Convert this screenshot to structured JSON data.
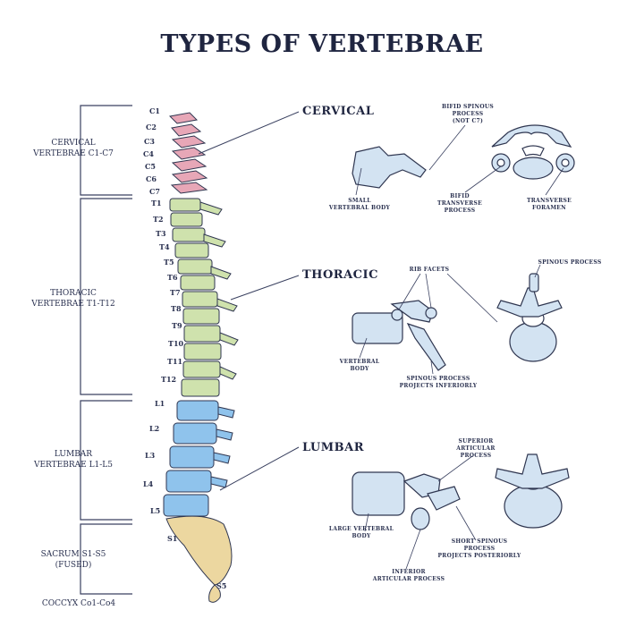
{
  "title": "TYPES OF VERTEBRAE",
  "groups": {
    "cervical": [
      "CERVICAL",
      "VERTEBRAE C1-C7"
    ],
    "thoracic": [
      "THORACIC",
      "VERTEBRAE T1-T12"
    ],
    "lumbar": [
      "LUMBAR",
      "VERTEBRAE L1-L5"
    ],
    "sacrum": [
      "SACRUM S1-S5",
      "(FUSED)"
    ],
    "coccyx": "COCCYX Co1-Co4"
  },
  "levels": {
    "cervical": [
      "C1",
      "C2",
      "C3",
      "C4",
      "C5",
      "C6",
      "C7"
    ],
    "thoracic": [
      "T1",
      "T2",
      "T3",
      "T4",
      "T5",
      "T6",
      "T7",
      "T8",
      "T9",
      "T10",
      "T11",
      "T12"
    ],
    "lumbar": [
      "L1",
      "L2",
      "L3",
      "L4",
      "L5"
    ],
    "sacral": [
      "S1",
      "S5"
    ]
  },
  "sections": {
    "cervical": {
      "heading": "CERVICAL",
      "labels": {
        "small_body": [
          "SMALL",
          "VERTEBRAL BODY"
        ],
        "bifid_spinous": [
          "BIFID SPINOUS",
          "PROCESS",
          "(NOT C7)"
        ],
        "bifid_transverse": [
          "BIFID",
          "TRANSVERSE",
          "PROCESS"
        ],
        "transverse_foramen": [
          "TRANSVERSE",
          "FORAMEN"
        ]
      }
    },
    "thoracic": {
      "heading": "THORACIC",
      "labels": {
        "rib_facets": "RIB FACETS",
        "spinous_process": "SPINOUS PROCESS",
        "vertebral_body": [
          "VERTEBRAL",
          "BODY"
        ],
        "spinous_inferior": [
          "SPINOUS PROCESS",
          "PROJECTS INFERIORLY"
        ]
      }
    },
    "lumbar": {
      "heading": "LUMBAR",
      "labels": {
        "superior_articular": [
          "SUPERIOR",
          "ARTICULAR",
          "PROCESS"
        ],
        "large_body": [
          "LARGE VERTEBRAL",
          "BODY"
        ],
        "short_spinous": [
          "SHORT SPINOUS",
          "PROCESS",
          "PROJECTS POSTERIORLY"
        ],
        "inferior_articular": [
          "INFERIOR",
          "ARTICULAR PROCESS"
        ]
      }
    }
  },
  "colors": {
    "cervical": "#e7a7b7",
    "thoracic": "#cfe2ad",
    "lumbar": "#8fc3ec",
    "sacrum": "#ecd7a0",
    "bone": "#d3e3f2",
    "outline": "#2f3650"
  }
}
